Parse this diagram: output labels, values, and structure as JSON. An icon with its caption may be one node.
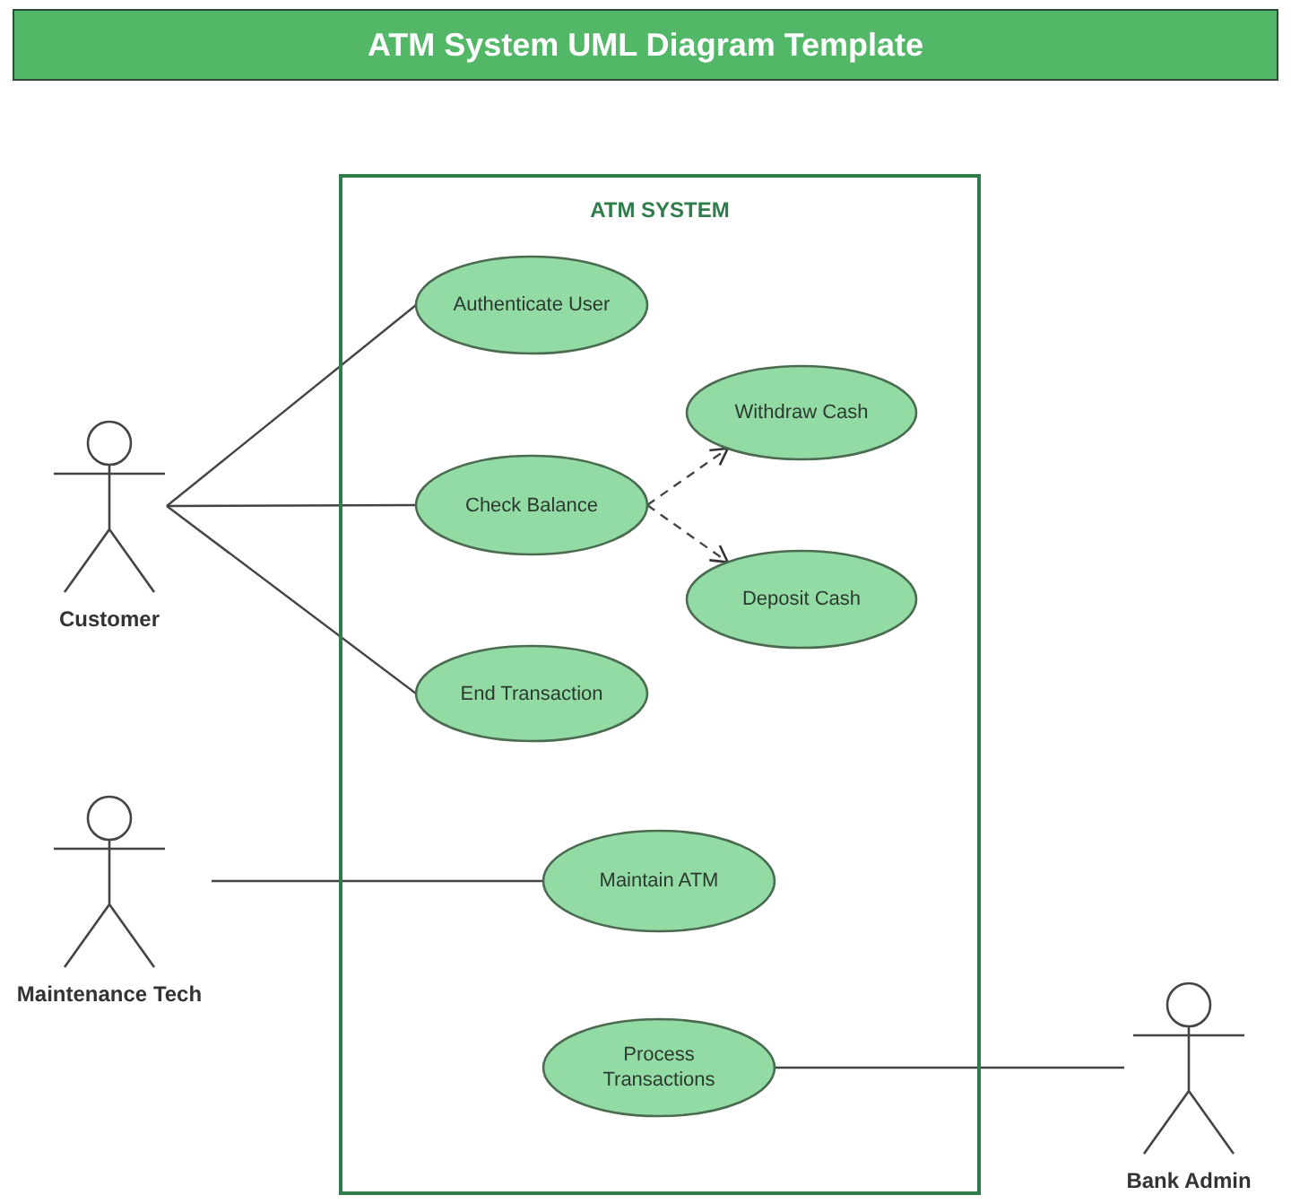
{
  "diagram": {
    "title": "ATM System UML Diagram Template",
    "nodes": [
      {
        "text": [
          "ATM SYSTEM"
        ]
      },
      {
        "text": [
          "Customer"
        ]
      },
      {
        "text": [
          "Authenticate User"
        ],
        "in": 0
      },
      {
        "text": [
          "Check Balance"
        ],
        "in": 0
      },
      {
        "text": [
          "Withdraw Cash"
        ],
        "in": 0
      },
      {
        "text": [
          "Deposit Cash"
        ],
        "in": 0
      },
      {
        "text": [
          "End Transaction"
        ],
        "in": 0
      },
      {
        "text": [
          "Maintenance Tech"
        ]
      },
      {
        "text": [
          "Maintain ATM"
        ],
        "in": 0
      },
      {
        "text": [
          "Process Transactions"
        ],
        "in": 0
      },
      {
        "text": [
          "Bank Admin"
        ]
      }
    ],
    "edges": [
      {
        "from": 1,
        "to": 2,
        "arrow": "none"
      },
      {
        "from": 1,
        "to": 3,
        "arrow": "none"
      },
      {
        "from": 1,
        "to": 6,
        "arrow": "none"
      },
      {
        "from": 3,
        "to": 4,
        "arrow": "to",
        "style": "dashed"
      },
      {
        "from": 3,
        "to": 5,
        "arrow": "to",
        "style": "dashed"
      },
      {
        "from": 7,
        "to": 8,
        "arrow": "none"
      },
      {
        "from": 10,
        "to": 9,
        "arrow": "none"
      }
    ]
  }
}
